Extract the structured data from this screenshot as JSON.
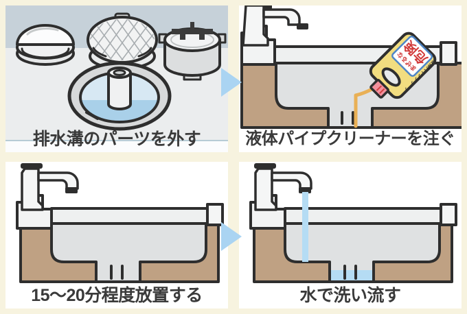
{
  "steps": [
    {
      "caption": "排水溝のパーツを外す"
    },
    {
      "caption": "液体パイプクリーナーを注ぐ"
    },
    {
      "caption": "15〜20分程度放置する"
    },
    {
      "caption": "水で洗い流す"
    }
  ],
  "bottle_label": {
    "warning_top": "まぜるな",
    "warning_main": "危険",
    "product": "液体パイプクリーナー"
  },
  "arrow_direction": "right",
  "colors": {
    "page_bg": "#f7f3df",
    "arrow_blue": "#aad4f2",
    "outline_dark": "#2e2e2e",
    "counter_brown": "#bfa183",
    "basin_gray": "#dfe1e2",
    "rim_gray": "#eef0f0",
    "panel1_bg": "#ebedee",
    "panel1_band": "#c6d1d9",
    "water_blue": "#b5dcf4",
    "drain_water_blue": "#a9d0e9",
    "cleaner_orange": "#e9b056",
    "bottle_yellow": "#f2dd80",
    "label_red": "#d23b3b",
    "label_border_blue": "#4f86c6",
    "caption_text": "#3a3a3a"
  }
}
